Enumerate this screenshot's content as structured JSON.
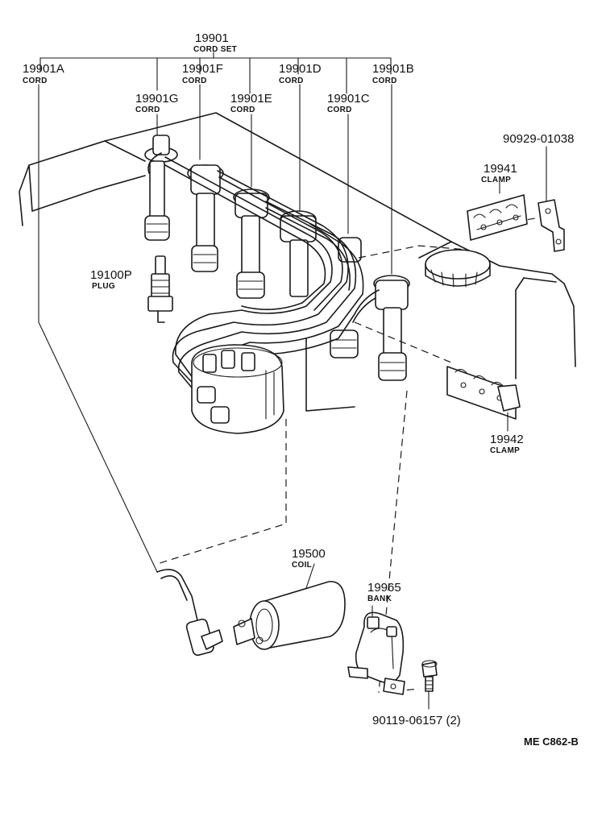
{
  "parts": {
    "cord_set": {
      "number": "19901",
      "name": "CORD SET"
    },
    "cord_a": {
      "number": "19901A",
      "name": "CORD"
    },
    "cord_f": {
      "number": "19901F",
      "name": "CORD"
    },
    "cord_d": {
      "number": "19901D",
      "name": "CORD"
    },
    "cord_b": {
      "number": "19901B",
      "name": "CORD"
    },
    "cord_g": {
      "number": "19901G",
      "name": "CORD"
    },
    "cord_e": {
      "number": "19901E",
      "name": "CORD"
    },
    "cord_c": {
      "number": "19901C",
      "name": "CORD"
    },
    "bracket": {
      "number": "90929-01038"
    },
    "clamp_1": {
      "number": "19941",
      "name": "CLAMP"
    },
    "plug": {
      "number": "19100P",
      "name": "PLUG"
    },
    "clamp_2": {
      "number": "19942",
      "name": "CLAMP"
    },
    "coil": {
      "number": "19500",
      "name": "COIL"
    },
    "bank": {
      "number": "19965",
      "name": "BANK"
    },
    "bolt": {
      "number": "90119-06157 (2)"
    }
  },
  "diagram_code": "ME C862-B"
}
